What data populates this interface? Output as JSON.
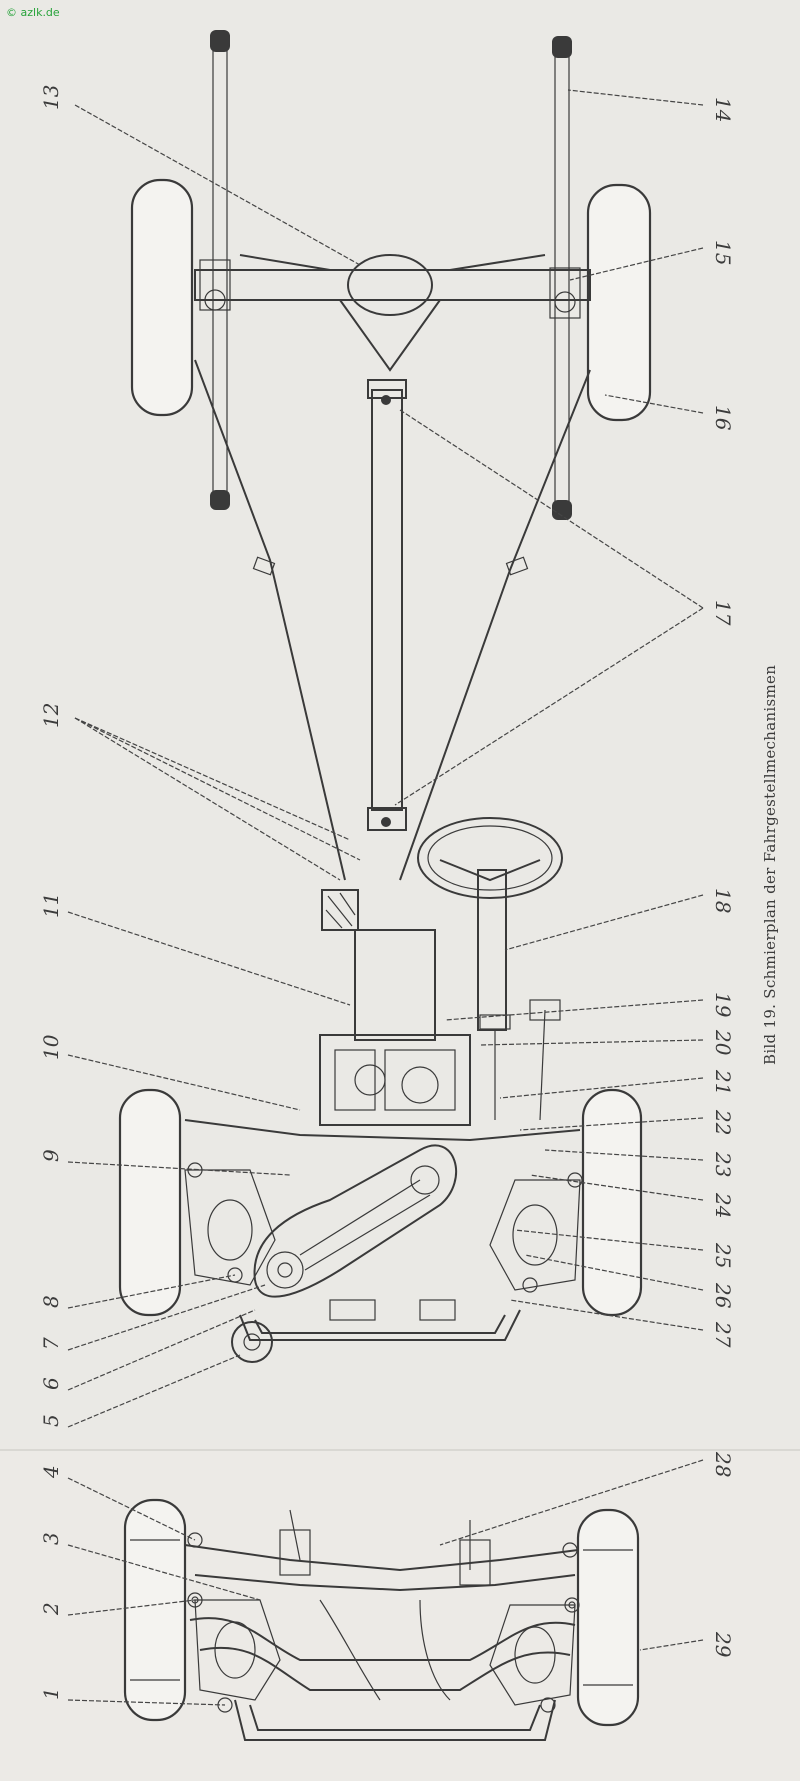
{
  "watermark": "© azlk.de",
  "caption": "Bild 19. Schmierplan der Fahrgestellmechanismen",
  "callouts": [
    "1",
    "2",
    "3",
    "4",
    "5",
    "6",
    "7",
    "8",
    "9",
    "10",
    "11",
    "12",
    "13",
    "14",
    "15",
    "16",
    "17",
    "18",
    "19",
    "20",
    "21",
    "22",
    "23",
    "24",
    "25",
    "26",
    "27",
    "28",
    "29"
  ],
  "colors": {
    "paper": "#eae9e5",
    "ink": "#3a3a3a",
    "watermark": "#27a33a"
  }
}
